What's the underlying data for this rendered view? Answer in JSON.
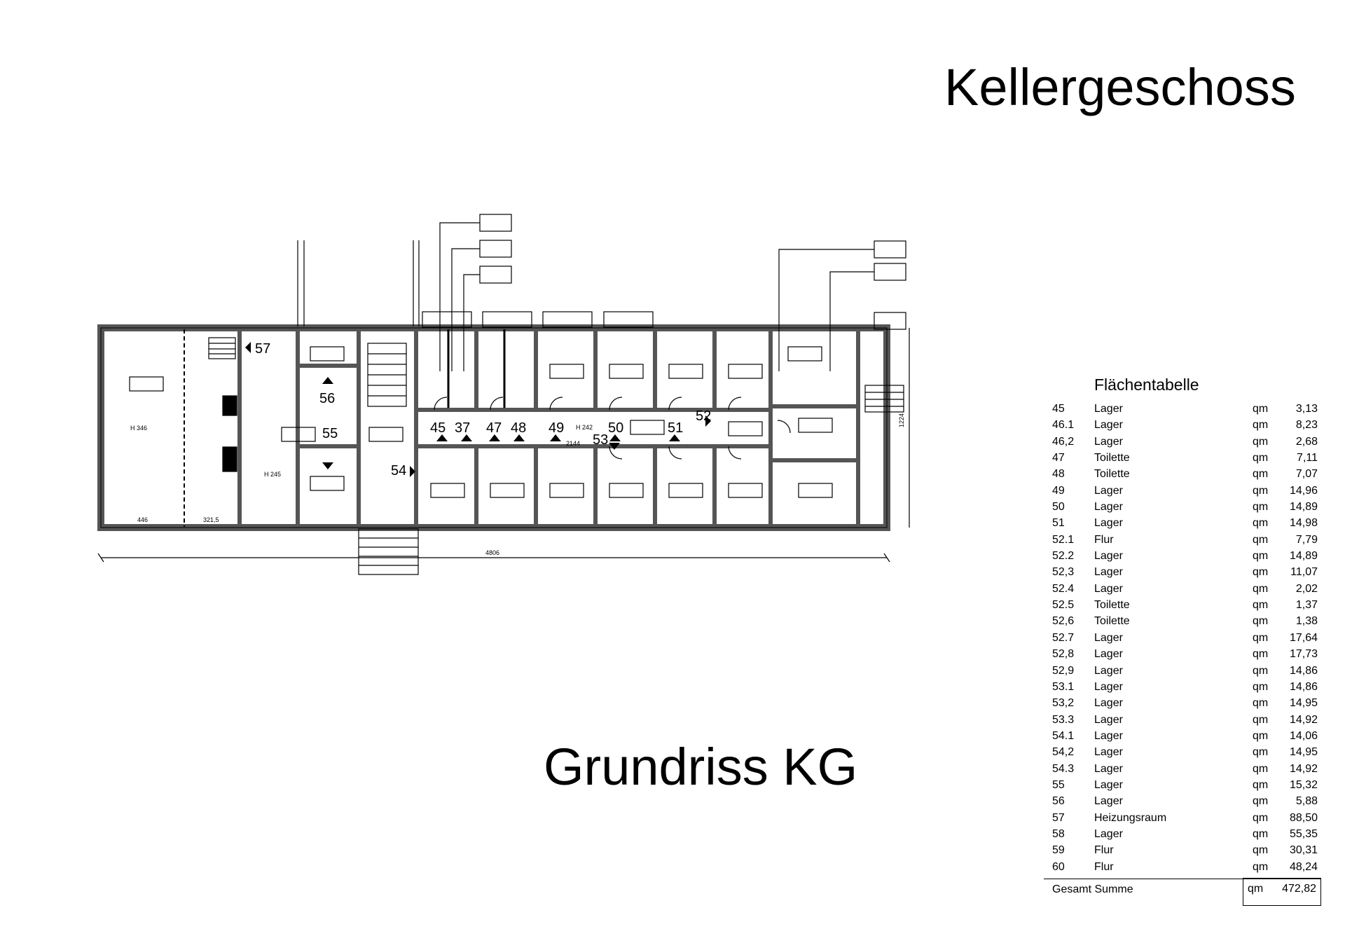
{
  "title": "Kellergeschoss",
  "subtitle": "Grundriss KG",
  "plan": {
    "room_numbers": [
      "57",
      "56",
      "55",
      "54",
      "45",
      "37",
      "47",
      "48",
      "49",
      "50",
      "51",
      "52",
      "53"
    ],
    "dimensions": {
      "total_length": "4806",
      "total_height": "1224",
      "left_room_width": "446",
      "second_room_width": "321,5",
      "corridor_length": "2144"
    },
    "room_ids": [
      "H 346",
      "H 245",
      "H 242"
    ],
    "labels": [
      "Heizungsraum",
      "Lager",
      "Flur",
      "Toilette"
    ]
  },
  "table": {
    "title": "Flächentabelle",
    "unit": "qm",
    "rows": [
      {
        "nr": "45",
        "name": "Lager",
        "value": "3,13"
      },
      {
        "nr": "46.1",
        "name": "Lager",
        "value": "8,23"
      },
      {
        "nr": "46,2",
        "name": "Lager",
        "value": "2,68"
      },
      {
        "nr": "47",
        "name": "Toilette",
        "value": "7,11"
      },
      {
        "nr": "48",
        "name": "Toilette",
        "value": "7,07"
      },
      {
        "nr": "49",
        "name": "Lager",
        "value": "14,96"
      },
      {
        "nr": "50",
        "name": "Lager",
        "value": "14,89"
      },
      {
        "nr": "51",
        "name": "Lager",
        "value": "14,98"
      },
      {
        "nr": "52.1",
        "name": "Flur",
        "value": "7,79"
      },
      {
        "nr": "52.2",
        "name": "Lager",
        "value": "14,89"
      },
      {
        "nr": "52,3",
        "name": "Lager",
        "value": "11,07"
      },
      {
        "nr": "52.4",
        "name": "Lager",
        "value": "2,02"
      },
      {
        "nr": "52.5",
        "name": "Toilette",
        "value": "1,37"
      },
      {
        "nr": "52,6",
        "name": "Toilette",
        "value": "1,38"
      },
      {
        "nr": "52.7",
        "name": "Lager",
        "value": "17,64"
      },
      {
        "nr": "52,8",
        "name": "Lager",
        "value": "17,73"
      },
      {
        "nr": "52,9",
        "name": "Lager",
        "value": "14,86"
      },
      {
        "nr": "53.1",
        "name": "Lager",
        "value": "14,86"
      },
      {
        "nr": "53,2",
        "name": "Lager",
        "value": "14,95"
      },
      {
        "nr": "53.3",
        "name": "Lager",
        "value": "14,92"
      },
      {
        "nr": "54.1",
        "name": "Lager",
        "value": "14,06"
      },
      {
        "nr": "54,2",
        "name": "Lager",
        "value": "14,95"
      },
      {
        "nr": "54.3",
        "name": "Lager",
        "value": "14,92"
      },
      {
        "nr": "55",
        "name": "Lager",
        "value": "15,32"
      },
      {
        "nr": "56",
        "name": "Lager",
        "value": "5,88"
      },
      {
        "nr": "57",
        "name": "Heizungsraum",
        "value": "88,50"
      },
      {
        "nr": "58",
        "name": "Lager",
        "value": "55,35"
      },
      {
        "nr": "59",
        "name": "Flur",
        "value": "30,31"
      },
      {
        "nr": "60",
        "name": "Flur",
        "value": "48,24"
      }
    ],
    "total_label": "Gesamt Summe",
    "total_value": "472,82"
  }
}
